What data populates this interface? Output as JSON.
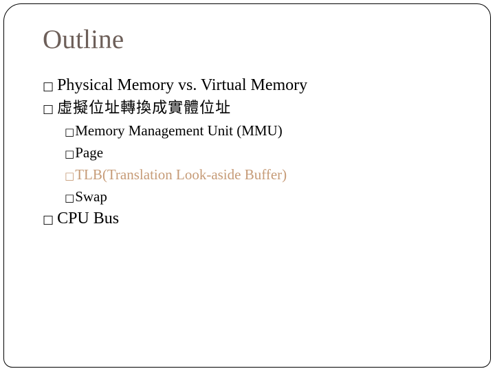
{
  "slide": {
    "title": "Outline",
    "title_color": "#6d5f59",
    "background_color": "#ffffff",
    "border_color": "#000000",
    "default_text_color": "#000000",
    "accent_text_color": "#c69b77",
    "bullet_glyph": "□",
    "outline": [
      {
        "level": 1,
        "text": "Physical Memory vs. Virtual Memory",
        "color": "#000000",
        "script": "latin"
      },
      {
        "level": 1,
        "text": "虛擬位址轉換成實體位址",
        "color": "#000000",
        "script": "cjk"
      },
      {
        "level": 2,
        "text": "Memory Management Unit (MMU)",
        "color": "#000000",
        "script": "latin"
      },
      {
        "level": 2,
        "text": "Page",
        "color": "#000000",
        "script": "latin"
      },
      {
        "level": 2,
        "text": "TLB(Translation Look-aside Buffer)",
        "color": "#c69b77",
        "script": "latin"
      },
      {
        "level": 2,
        "text": "Swap",
        "color": "#000000",
        "script": "latin"
      },
      {
        "level": 1,
        "text": "CPU Bus",
        "color": "#000000",
        "script": "latin"
      }
    ]
  }
}
